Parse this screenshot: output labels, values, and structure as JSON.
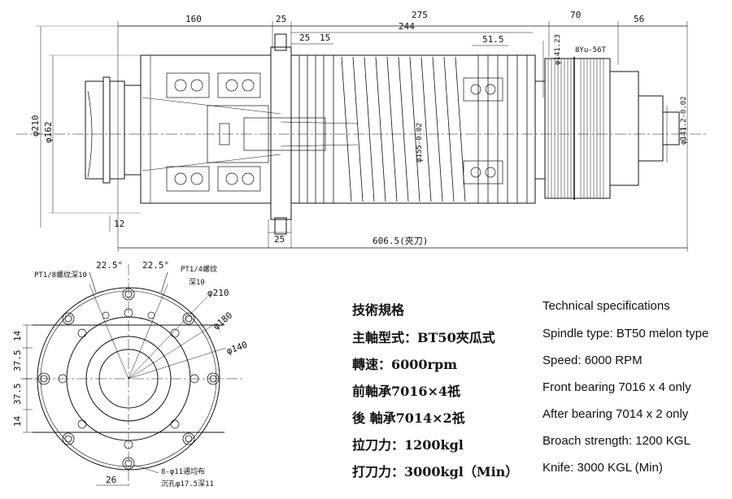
{
  "specs": {
    "cn_title": "技術規格",
    "cn": [
      "主軸型式：BT50夾瓜式",
      "轉速：6000rpm",
      "前軸承7016×4祇",
      "後 軸承7014×2祇",
      "拉刀力：1200kgl",
      "打刀力：3000kgl（Min）"
    ],
    "en_title": "Technical specifications",
    "en": [
      "Spindle type: BT50 melon type",
      "Speed: 6000 RPM",
      "Front bearing 7016 x 4 only",
      "After bearing 7014 x 2 only",
      "Broach strength: 1200 KGL",
      "Knife: 3000 KGL (Min)"
    ]
  },
  "side_view": {
    "dim_160": "160",
    "dim_25_top": "25",
    "dim_275": "275",
    "dim_70": "70",
    "dim_56": "56",
    "dim_244": "244",
    "dim_25_inner": "25",
    "dim_15": "15",
    "dim_51_5": "51.5",
    "dim_141_23": "φ141.23",
    "pulley_label": "8Yu-56T",
    "dim_210": "φ210",
    "dim_162": "φ162",
    "dim_155": "φ155-0.02",
    "dim_141_2": "φ141.2-0.02",
    "dim_12": "12",
    "dim_25_bottom": "25",
    "dim_606_5": "606.5(夾刀)"
  },
  "front_view": {
    "angle_left": "22.5°",
    "angle_right": "22.5°",
    "thread_left": "PT1/8螺纹深10",
    "thread_right": "PT1/4螺纹",
    "thread_right_depth": "深10",
    "dia_210": "φ210",
    "dia_180": "φ180",
    "dia_140": "φ140",
    "dim_14_top": "14",
    "dim_37_5_top": "37.5",
    "dim_37_5_bottom": "37.5",
    "dim_14_bottom": "14",
    "dim_26": "26",
    "hole_note": "8-φ11通均布",
    "counterbore_note": "沉孔φ17.5深11"
  }
}
